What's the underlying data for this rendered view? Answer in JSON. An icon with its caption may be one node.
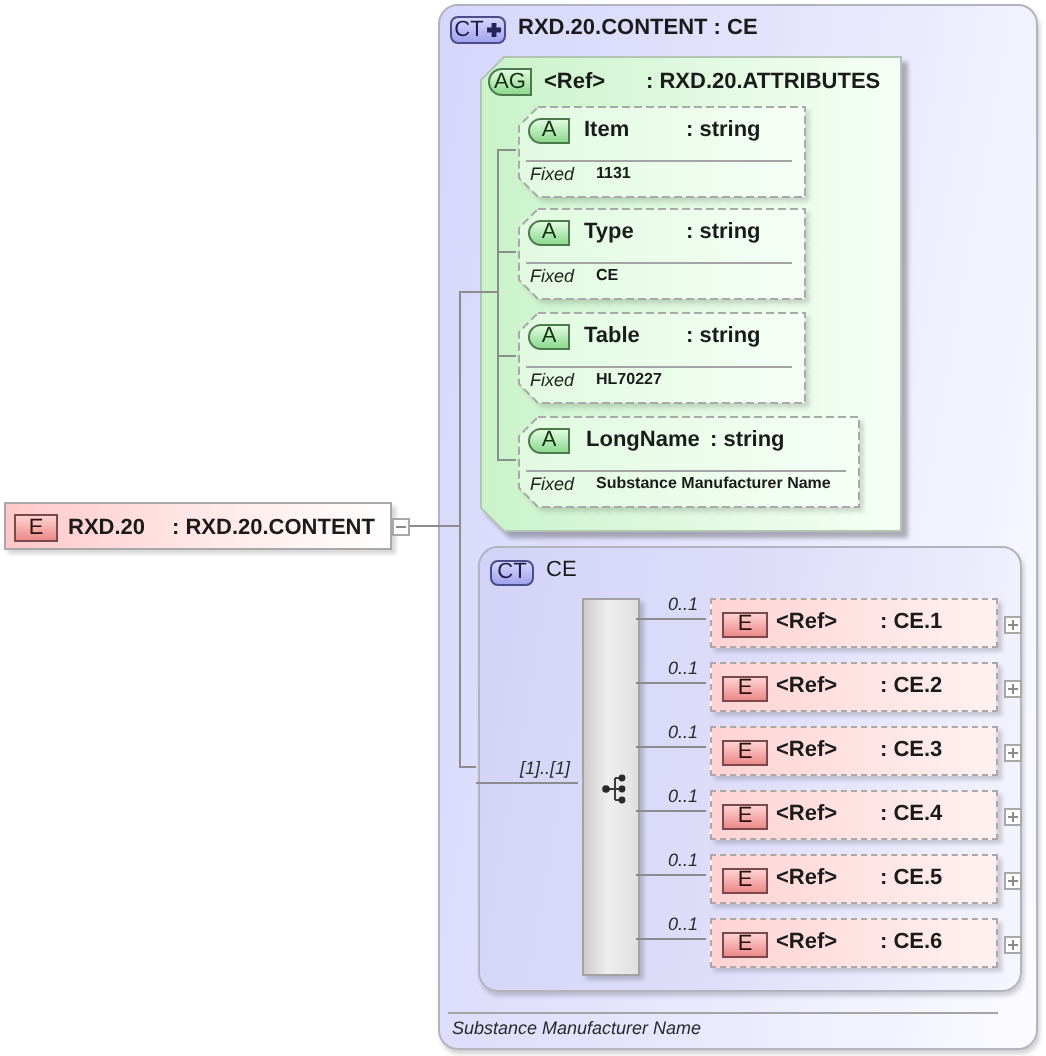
{
  "diagram": {
    "nodes": [
      {
        "text": [
          "E",
          "RXD.20",
          ": RXD.20.CONTENT"
        ]
      },
      {
        "text": [
          "CT",
          "RXD.20.CONTENT : CE",
          "Substance Manufacturer Name"
        ]
      },
      {
        "text": [
          "AG",
          "<Ref>",
          ": RXD.20.ATTRIBUTES"
        ],
        "in": 1
      },
      {
        "text": [
          "A",
          "Item",
          ": string",
          "Fixed",
          "1131"
        ],
        "in": 2
      },
      {
        "text": [
          "A",
          "Type",
          ": string",
          "Fixed",
          "CE"
        ],
        "in": 2
      },
      {
        "text": [
          "A",
          "Table",
          ": string",
          "Fixed",
          "HL70227"
        ],
        "in": 2
      },
      {
        "text": [
          "A",
          "LongName",
          ": string",
          "Fixed",
          "Substance Manufacturer Name"
        ],
        "in": 2
      },
      {
        "text": [
          "CT",
          "CE"
        ],
        "in": 1
      },
      {
        "text": [],
        "shape": "bar",
        "in": 7
      },
      {
        "text": [
          "E",
          "<Ref>",
          ": CE.1"
        ],
        "in": 7
      },
      {
        "text": [
          "E",
          "<Ref>",
          ": CE.2"
        ],
        "in": 7
      },
      {
        "text": [
          "E",
          "<Ref>",
          ": CE.3"
        ],
        "in": 7
      },
      {
        "text": [
          "E",
          "<Ref>",
          ": CE.4"
        ],
        "in": 7
      },
      {
        "text": [
          "E",
          "<Ref>",
          ": CE.5"
        ],
        "in": 7
      },
      {
        "text": [
          "E",
          "<Ref>",
          ": CE.6"
        ],
        "in": 7
      }
    ],
    "edges": [
      {
        "from": 0,
        "to": 2,
        "arrow": "none"
      },
      {
        "from": 0,
        "to": 7,
        "arrow": "none"
      },
      {
        "from": 2,
        "to": 3,
        "arrow": "none"
      },
      {
        "from": 2,
        "to": 4,
        "arrow": "none"
      },
      {
        "from": 2,
        "to": 5,
        "arrow": "none"
      },
      {
        "from": 2,
        "to": 6,
        "arrow": "none"
      },
      {
        "from": 7,
        "to": 8,
        "arrow": "none",
        "label": "[1]..[1]"
      },
      {
        "from": 8,
        "to": 9,
        "arrow": "none",
        "label": "0..1"
      },
      {
        "from": 8,
        "to": 10,
        "arrow": "none",
        "label": "0..1"
      },
      {
        "from": 8,
        "to": 11,
        "arrow": "none",
        "label": "0..1"
      },
      {
        "from": 8,
        "to": 12,
        "arrow": "none",
        "label": "0..1"
      },
      {
        "from": 8,
        "to": 13,
        "arrow": "none",
        "label": "0..1"
      },
      {
        "from": 8,
        "to": 14,
        "arrow": "none",
        "label": "0..1"
      }
    ]
  }
}
